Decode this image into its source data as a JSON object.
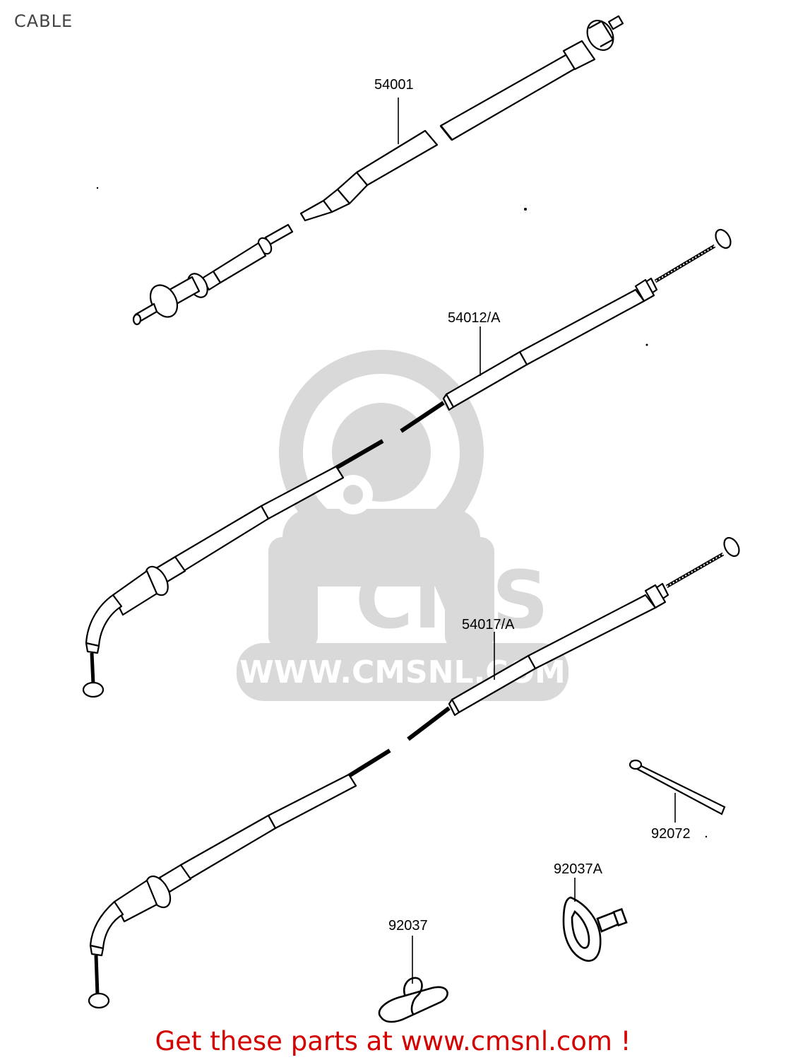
{
  "title": "CABLE",
  "parts": [
    {
      "number": "54001",
      "name": "cable"
    },
    {
      "number": "54012/A",
      "name": "cable"
    },
    {
      "number": "54017/A",
      "name": "cable"
    },
    {
      "number": "92072",
      "name": "band"
    },
    {
      "number": "92037A",
      "name": "clamp"
    },
    {
      "number": "92037",
      "name": "clamp"
    }
  ],
  "watermark": {
    "brand": "CMS",
    "url": "WWW.CMSNL.COM",
    "color": "#d8d8d8"
  },
  "footer": {
    "text": "Get these parts at www.cmsnl.com !",
    "color": "#d40000"
  },
  "colors": {
    "line": "#000000",
    "background": "#ffffff"
  }
}
